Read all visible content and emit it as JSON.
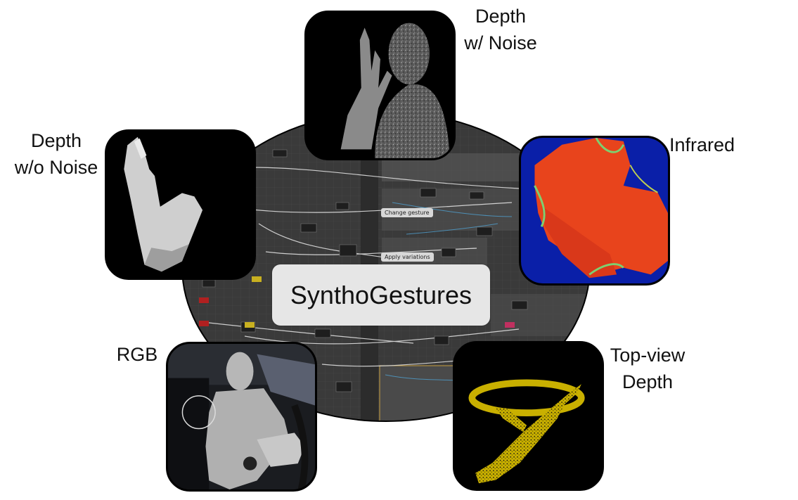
{
  "center_title": "SynthoGestures",
  "labels": {
    "depth_noise_line1": "Depth",
    "depth_noise_line2": "w/ Noise",
    "depth_clean_line1": "Depth",
    "depth_clean_line2": "w/o Noise",
    "infrared": "Infrared",
    "rgb": "RGB",
    "topview_line1": "Top-view",
    "topview_line2": "Depth"
  },
  "blueprint": {
    "change_gesture": "Change gesture",
    "apply_variations": "Apply variations"
  },
  "colors": {
    "blueprint_bg": "#3c3c3c",
    "infrared_hot": "#e8441c",
    "infrared_cold": "#0a1fa8",
    "topview_yellow": "#c9b000"
  }
}
